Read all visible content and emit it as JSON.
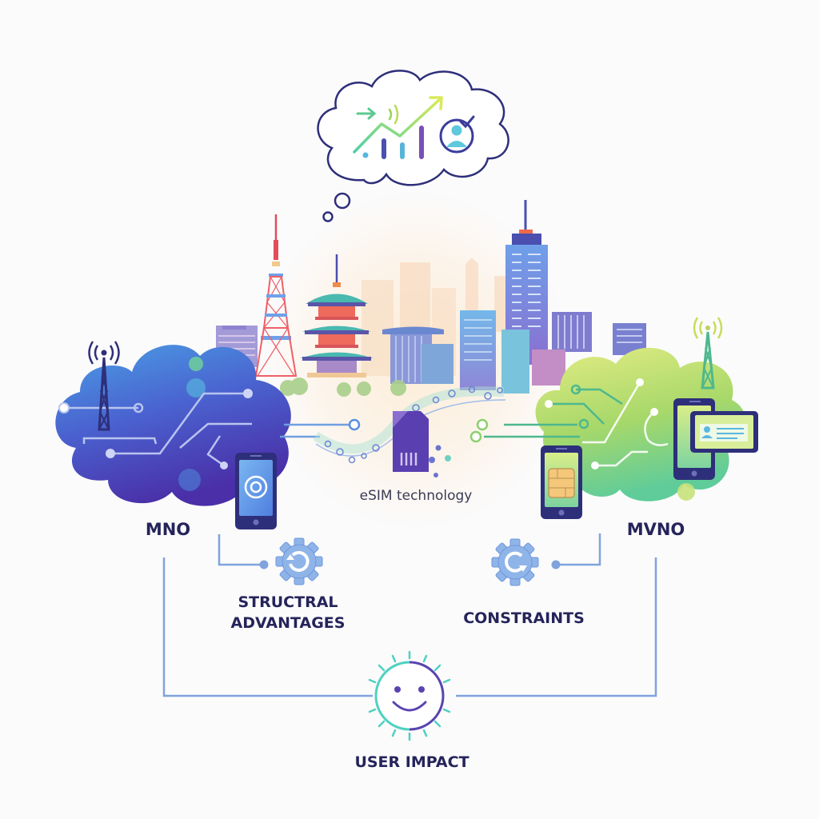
{
  "diagram": {
    "title_concept": "MNO vs MVNO eSIM technology in Japan",
    "thought_bubble": {
      "icons": [
        "arrow-right-icon",
        "signal-waves-icon",
        "growth-chart-icon",
        "verified-user-icon"
      ]
    },
    "skyline": {
      "landmarks": [
        "tokyo-tower",
        "pagoda",
        "skyscraper",
        "office-buildings"
      ]
    },
    "nodes": {
      "mno": {
        "label": "MNO",
        "color": "#4a4fc7"
      },
      "mvno": {
        "label": "MVNO",
        "color": "#a8d86a"
      },
      "esim": {
        "label": "eSIM technology"
      },
      "structural": {
        "label_line1": "STRUCTRAL",
        "label_line2": "ADVANTAGES"
      },
      "constraints": {
        "label": "CONSTRAINTS"
      },
      "user_impact": {
        "label": "USER IMPACT"
      }
    },
    "colors": {
      "text": "#25245a",
      "connector": "#7fa3dc",
      "gear": "#8fb4e8",
      "navy": "#2e2f7a",
      "teal": "#4fd1c1"
    }
  }
}
